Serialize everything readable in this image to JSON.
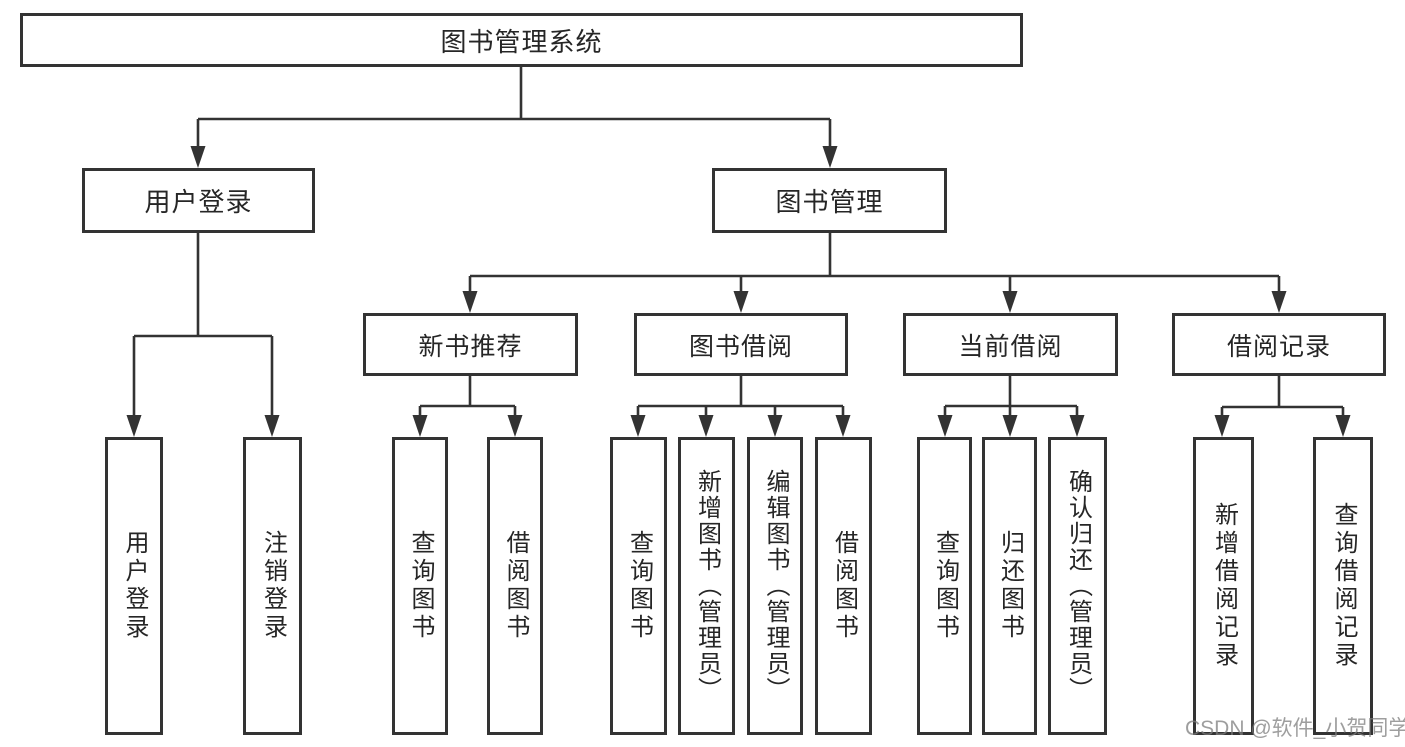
{
  "tree": {
    "root": "图书管理系统",
    "level2": [
      "用户登录",
      "图书管理"
    ],
    "level3": [
      "新书推荐",
      "图书借阅",
      "当前借阅",
      "借阅记录"
    ],
    "leaves": {
      "user_login": [
        "用户登录",
        "注销登录"
      ],
      "new_books": [
        "查询图书",
        "借阅图书"
      ],
      "book_borrow": [
        "查询图书",
        "新增图书（管理员）",
        "编辑图书（管理员）",
        "借阅图书"
      ],
      "current_borrow": [
        "查询图书",
        "归还图书",
        "确认归还（管理员）"
      ],
      "borrow_records": [
        "新增借阅记录",
        "查询借阅记录"
      ]
    }
  },
  "watermark": "CSDN @软件_小贺同学",
  "colors": {
    "line": "#333333",
    "text": "#262626",
    "background": "#ffffff",
    "watermark": "#7d7d7d"
  }
}
